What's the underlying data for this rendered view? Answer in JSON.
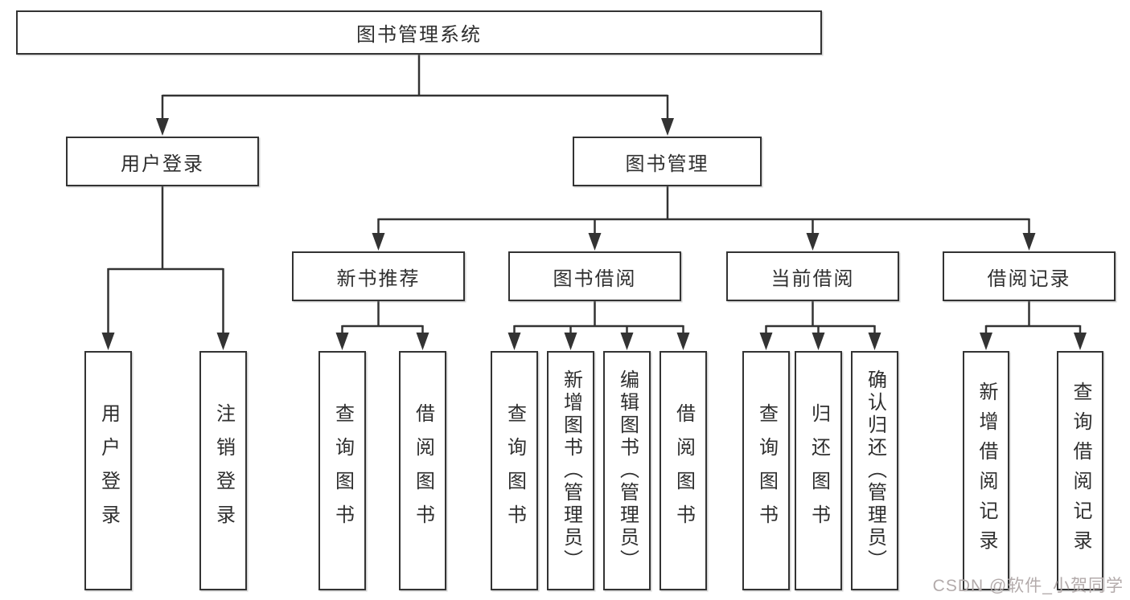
{
  "diagram": {
    "title": "图书管理系统",
    "root": {
      "label": "图书管理系统"
    },
    "level2": [
      {
        "label": "用户登录"
      },
      {
        "label": "图书管理"
      }
    ],
    "level3": [
      {
        "label": "新书推荐",
        "parent": "图书管理"
      },
      {
        "label": "图书借阅",
        "parent": "图书管理"
      },
      {
        "label": "当前借阅",
        "parent": "图书管理"
      },
      {
        "label": "借阅记录",
        "parent": "图书管理"
      }
    ],
    "leaves": [
      {
        "label": "用户登录",
        "parent": "用户登录"
      },
      {
        "label": "注销登录",
        "parent": "用户登录"
      },
      {
        "label": "查询图书",
        "parent": "新书推荐"
      },
      {
        "label": "借阅图书",
        "parent": "新书推荐"
      },
      {
        "label": "查询图书",
        "parent": "图书借阅"
      },
      {
        "label": "新增图书（管理员）",
        "parent": "图书借阅"
      },
      {
        "label": "编辑图书（管理员）",
        "parent": "图书借阅"
      },
      {
        "label": "借阅图书",
        "parent": "图书借阅"
      },
      {
        "label": "查询图书",
        "parent": "当前借阅"
      },
      {
        "label": "归还图书",
        "parent": "当前借阅"
      },
      {
        "label": "确认归还（管理员）",
        "parent": "当前借阅"
      },
      {
        "label": "新增借阅记录",
        "parent": "借阅记录"
      },
      {
        "label": "查询借阅记录",
        "parent": "借阅记录"
      }
    ]
  },
  "watermark": "CSDN @软件_小贺同学",
  "colors": {
    "line": "#333333",
    "box_border": "#333333",
    "box_fill": "#ffffff",
    "background": "#ffffff",
    "watermark": "#b3abab"
  }
}
